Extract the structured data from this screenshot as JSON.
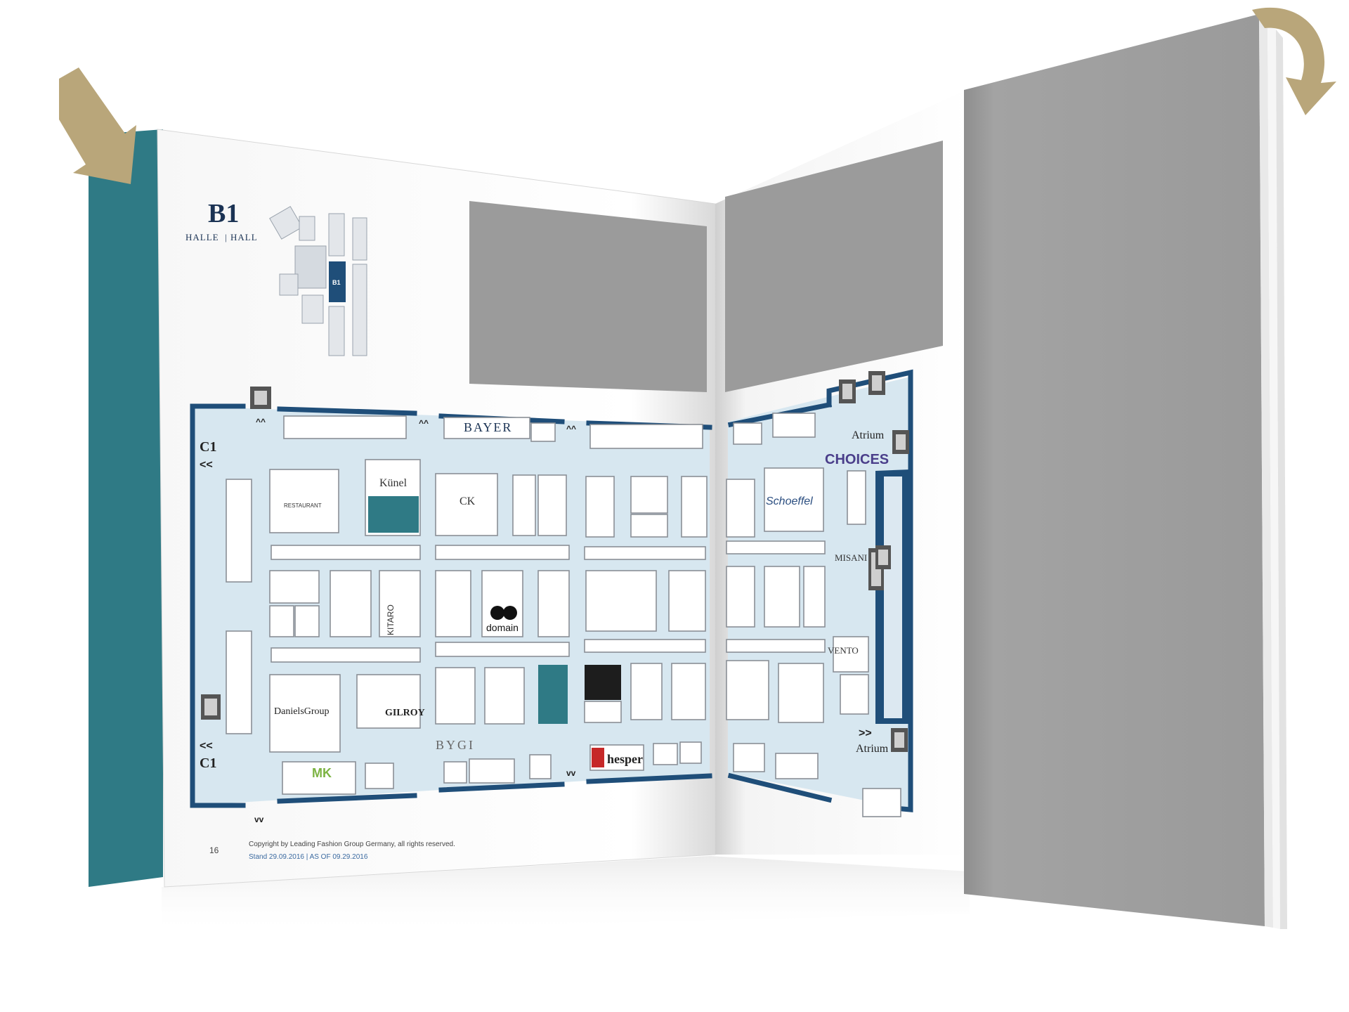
{
  "colors": {
    "teal_cover": "#2f7a85",
    "gold_arrow": "#b9a67a",
    "hall_wall": "#1f4e79",
    "aisle": "#d7e7f0",
    "placeholder": "#9b9b9b",
    "page": "#ffffff"
  },
  "icons": {
    "left_arrow": "gold-down-right-arrow-icon",
    "right_arrow": "gold-curved-page-turn-arrow-icon",
    "exit": "exit-door-icon",
    "stairs": "double-chevron-icon"
  },
  "hall": {
    "code": "B1",
    "label_de": "HALLE",
    "label_en": "HALL"
  },
  "locator_map": {
    "highlight_label": "B1"
  },
  "markers": {
    "corridor_left": "C1",
    "chevrons_left": "<<",
    "chevrons_right": ">>",
    "chevrons_up": "^^",
    "chevrons_down": "vv",
    "atrium": "Atrium"
  },
  "exhibitors": {
    "bayer": "BAYER",
    "kunel": "Künel",
    "ck": "CK",
    "schoeffel": "Schoeffel",
    "choices": "CHOICES",
    "misani": "MISANI",
    "domain": "domain",
    "kitaro": "KITARO",
    "daniels_group": "DanielsGroup",
    "gilroy": "GILROY",
    "bygi": "BYGI",
    "mk": "MK",
    "hesper": "hesper",
    "vento": "VENTO",
    "restaurant": "RESTAURANT"
  },
  "footer": {
    "page_number": "16",
    "copyright": "Copyright by Leading Fashion Group Germany, all rights reserved.",
    "date_line": "Stand 29.09.2016 | AS OF 09.29.2016"
  }
}
